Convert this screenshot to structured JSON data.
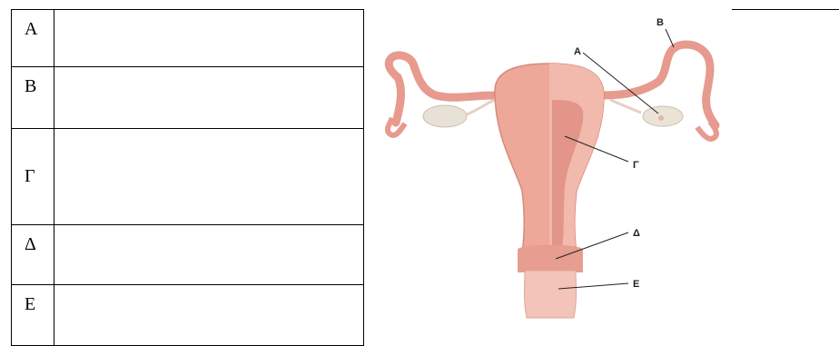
{
  "table": {
    "rows": [
      {
        "label": "Α"
      },
      {
        "label": "Β"
      },
      {
        "label": "Γ"
      },
      {
        "label": "Δ"
      },
      {
        "label": "Ε"
      }
    ]
  },
  "figure": {
    "labels": {
      "a": "A",
      "b": "B",
      "g": "Γ",
      "d": "Δ",
      "e": "E"
    }
  }
}
